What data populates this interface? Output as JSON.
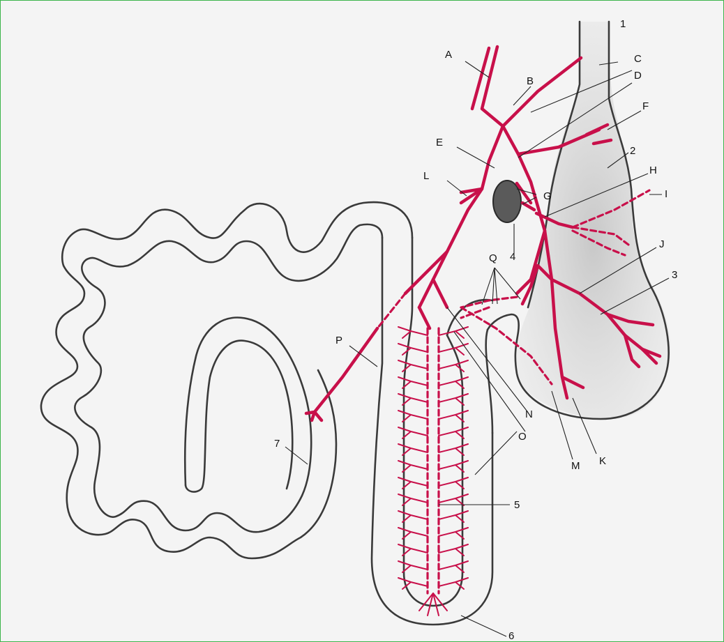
{
  "colors": {
    "background": "#f4f4f4",
    "outline": "#3a3a3a",
    "vessel": "#c8104a",
    "shading": "#b9b9b9",
    "node": "#5a5a5a",
    "frame_border": "#3cb44b"
  },
  "letter_labels": {
    "A": "A",
    "B": "B",
    "C": "C",
    "D": "D",
    "E": "E",
    "F": "F",
    "G": "G",
    "H": "H",
    "I": "I",
    "J": "J",
    "K": "K",
    "L": "L",
    "M": "M",
    "N": "N",
    "O": "O",
    "P": "P",
    "Q": "Q"
  },
  "number_labels": {
    "n1": "1",
    "n2": "2",
    "n3": "3",
    "n4": "4",
    "n5": "5",
    "n6": "6",
    "n7": "7"
  }
}
